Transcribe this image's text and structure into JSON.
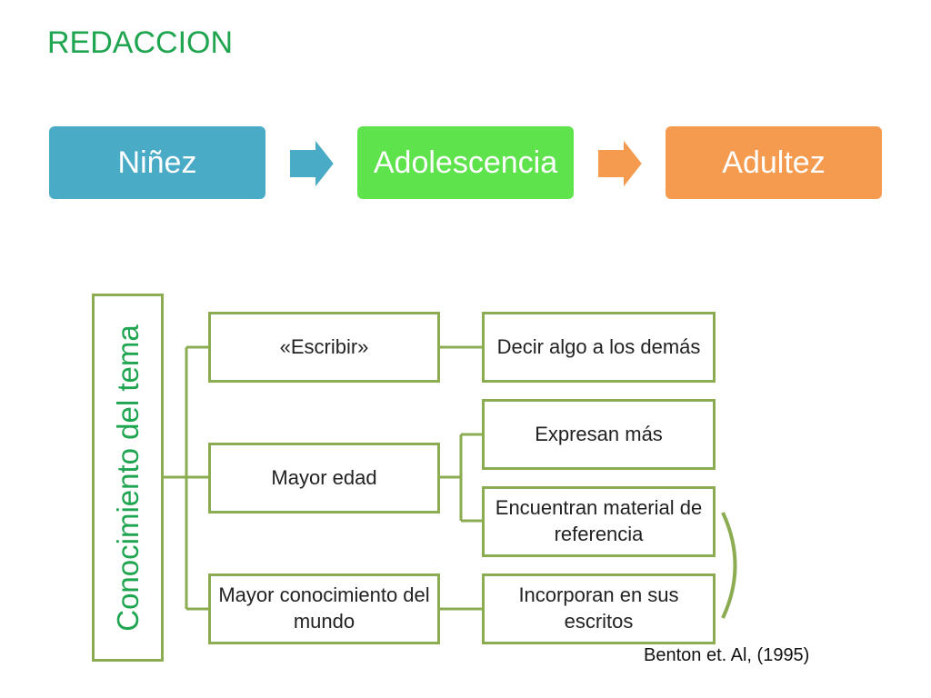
{
  "title": "REDACCION",
  "stages": [
    {
      "label": "Niñez",
      "color": "#4aabc6"
    },
    {
      "label": "Adolescencia",
      "color": "#5ee34d"
    },
    {
      "label": "Adultez",
      "color": "#f59b4f"
    }
  ],
  "arrow_colors": [
    "#4aabc6",
    "#f59b4f"
  ],
  "tree": {
    "root": "Conocimiento del tema",
    "branches": [
      {
        "label": "«Escribir»",
        "children": [
          "Decir algo a los demás"
        ]
      },
      {
        "label": "Mayor edad",
        "children": [
          "Expresan más",
          "Encuentran material de referencia"
        ]
      },
      {
        "label": "Mayor conocimiento del mundo",
        "children": [
          "Incorporan en sus escritos"
        ]
      }
    ]
  },
  "citation": "Benton et. Al, (1995)",
  "colors": {
    "title": "#1fa550",
    "border": "#8cac52"
  }
}
